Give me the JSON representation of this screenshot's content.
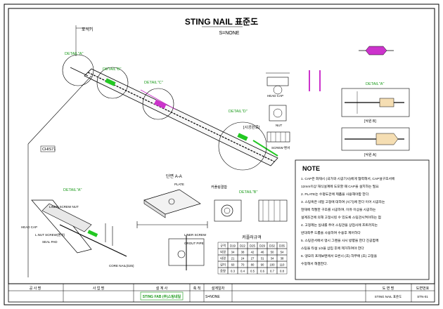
{
  "title": "STING NAIL 표준도",
  "scale_text": "S=NONE",
  "notes_heading": "NOTE",
  "labels": {
    "top_left": "포식기",
    "detail_a": "DETAIL\"A\"",
    "detail_b": "DETAIL\"B\"",
    "detail_c": "DETAIL\"C\"",
    "detail_d": "DETAIL\"D\"",
    "anchor_label": "[시공완료]",
    "head_cap": "HEAD CAP",
    "nut": "NUT",
    "screw_pin": "SCREW 편셔",
    "side_a_title": "DETAIL\"A\"",
    "section_b_label": "[삭원 B]",
    "section_a_label": "[삭원 A]",
    "coupler_note": "커플링결합",
    "detail_b2": "DETAIL\"B\"",
    "section_aa": "단면 A-A",
    "plate_label": "PLATE",
    "bottom_note": "단면",
    "grout_pipe": "GROUT PIPE",
    "liner_screw": "LINER SCREW",
    "seal_pad": "SEAL PAD",
    "head_cap_left": "HEAD CAP",
    "liner_left": "LINER SCREW NUT",
    "screw_nut2": "L.NUT SCREW(편셔)",
    "core_nail": "CORE NAIL(D25)",
    "table_title": "커플러규격",
    "left_box": "CHIS71",
    "drill": "DETAIL\"A\""
  },
  "table": {
    "headers": [
      "규격",
      "D19",
      "D22",
      "D25",
      "D29",
      "D32",
      "D35"
    ],
    "rows": [
      [
        "외경",
        "34",
        "38",
        "42",
        "46",
        "50",
        "54"
      ],
      [
        "내경",
        "21",
        "24",
        "27",
        "31",
        "34",
        "38"
      ],
      [
        "길이",
        "60",
        "70",
        "80",
        "90",
        "100",
        "110"
      ],
      [
        "중량",
        "0.3",
        "0.4",
        "0.5",
        "0.6",
        "0.7",
        "0.8"
      ]
    ]
  },
  "notes": [
    "1. CAP은 화재시 (국가와 시공기사)에게 협력해서, CAP설구조서에",
    "   12mm이상 재식설계에 도포할 때 CAP을 설치하는 필요",
    "2. PLATE는 수평도관에 제품을 사용해야함 한다.",
    "3. 스팅훅은 네일 고정에 대하여 (시기)에 한다 이어 시공자는",
    "   현재에 적절한 구조를 시공하여, 이유 이상을 시공하는",
    "   설계조건에 의해 고정시킬 수 있도록 스팅관시켜야하는 점",
    "4. 고정제는 실내를 주어 스팅관을 상업시에 흐트러지는",
    "   반대측부 드롭을 사용하여 수용후 제어하다",
    "5. 스팅관서에서 앵시 그랜을 사시 방향을 한다 진공함께",
    "   스팅을 타설 1/2을 삽입 후에 제거하여야 한다",
    "6. 앵오리 프레보텐에서 오른시 (조) 하부에 (조) 고정을",
    "   수정해서 해결한다."
  ],
  "title_block": {
    "cells": [
      "공 사 명",
      "사 업 명",
      "설 계 사",
      "축 척",
      "설계일자",
      "",
      "도 면 명",
      "도면번호"
    ],
    "company": "STING FAB (주)스팅네일",
    "scale_value": "S=NONE",
    "drawing_name": "STING NAIL 표준도",
    "drawing_no": "STN-01"
  }
}
